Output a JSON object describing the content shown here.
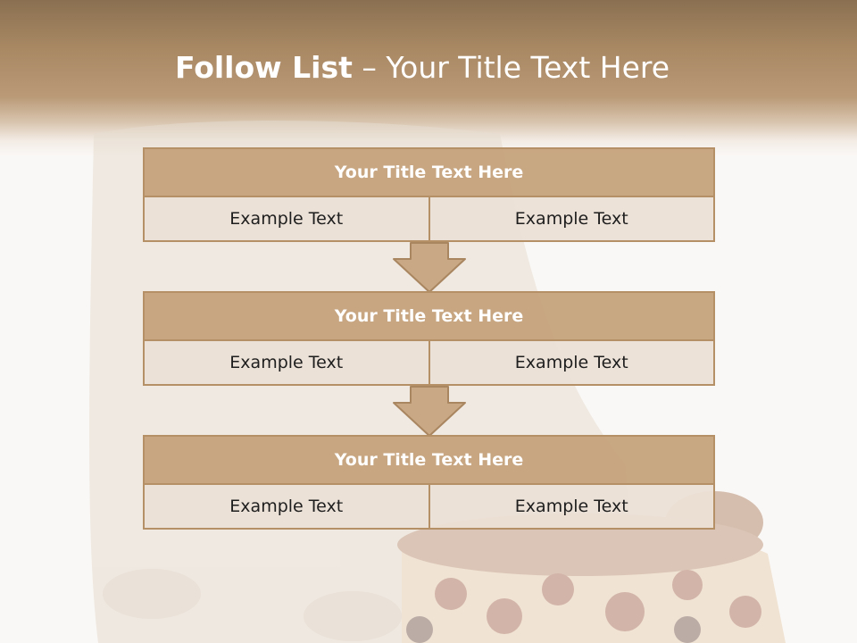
{
  "slide": {
    "title_bold": "Follow List",
    "title_rest": " – Your Title Text Here"
  },
  "blocks": [
    {
      "title": "Your Title Text Here",
      "left": "Example Text",
      "right": "Example Text"
    },
    {
      "title": "Your Title Text Here",
      "left": "Example Text",
      "right": "Example Text"
    },
    {
      "title": "Your Title Text Here",
      "left": "Example Text",
      "right": "Example Text"
    }
  ],
  "colors": {
    "header_band": "#a88863",
    "box_header": "#c4a07a",
    "box_body": "#ece0d6",
    "box_border": "#b58f66"
  }
}
